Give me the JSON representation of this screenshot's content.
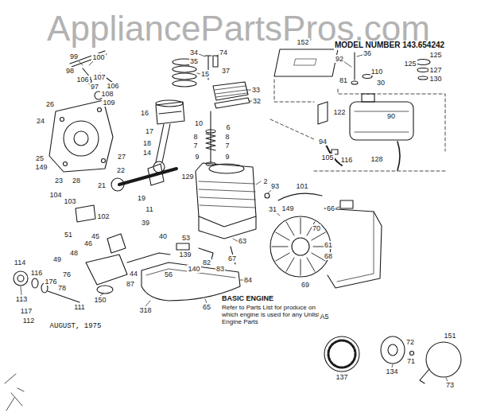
{
  "diagram": {
    "labels": [
      "AppliancePartsPros.com",
      "MODEL NUMBER 143.654242",
      "152",
      "34",
      "74",
      "99",
      "100",
      "36",
      "125",
      "92",
      "35",
      "125",
      "127",
      "98",
      "37",
      "110",
      "15",
      "130",
      "106",
      "107",
      "81",
      "30",
      "97",
      "106",
      "33",
      "108",
      "32",
      "109",
      "26",
      "122",
      "90",
      "16",
      "24",
      "10",
      "6",
      "17",
      "8",
      "8",
      "18",
      "7",
      "7",
      "94",
      "14",
      "9",
      "9",
      "27",
      "105",
      "116",
      "128",
      "25",
      "149",
      "22",
      "129",
      "2",
      "23",
      "28",
      "21",
      "93",
      "101",
      "104",
      "19",
      "103",
      "31",
      "149",
      "66",
      "11",
      "102",
      "39",
      "70",
      "51",
      "45",
      "40",
      "53",
      "63",
      "46",
      "61",
      "48",
      "139",
      "68",
      "49",
      "67",
      "114",
      "82",
      "140",
      "83",
      "76",
      "116",
      "44",
      "56",
      "176",
      "87",
      "84",
      "69",
      "78",
      "113",
      "150",
      "BASIC ENGINE",
      "111",
      "318",
      "65",
      "Refer to Parts List for produce on which engine is used for any Unlisted Engine Parts",
      "117",
      "A5",
      "112",
      "AUGUST, 1975",
      "137",
      "72",
      "151",
      "134",
      "71",
      "73"
    ]
  }
}
